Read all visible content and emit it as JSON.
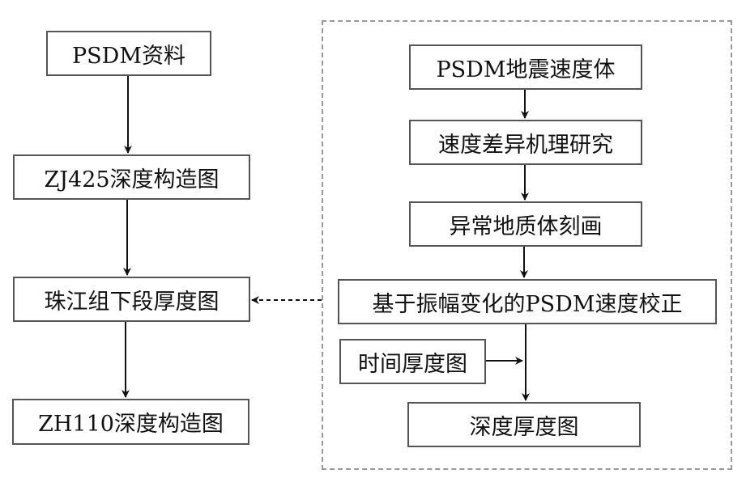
{
  "left_flow": {
    "nodes": [
      {
        "id": "psdm-data",
        "label": "PSDM资料"
      },
      {
        "id": "zj425-depth-map",
        "label": "ZJ425深度构造图"
      },
      {
        "id": "zhujiang-lower-thickness-map",
        "label": "珠江组下段厚度图"
      },
      {
        "id": "zh110-depth-map",
        "label": "ZH110深度构造图"
      }
    ]
  },
  "right_flow": {
    "nodes": [
      {
        "id": "psdm-velocity-volume",
        "label": "PSDM地震速度体"
      },
      {
        "id": "velocity-difference-study",
        "label": "速度差异机理研究"
      },
      {
        "id": "anomaly-body-delineation",
        "label": "异常地质体刻画"
      },
      {
        "id": "amplitude-velocity-correction",
        "label": "基于振幅变化的PSDM速度校正"
      },
      {
        "id": "time-thickness-map",
        "label": "时间厚度图"
      },
      {
        "id": "depth-thickness-map",
        "label": "深度厚度图"
      }
    ]
  },
  "edges": [
    {
      "from": "psdm-data",
      "to": "zj425-depth-map",
      "style": "solid"
    },
    {
      "from": "zj425-depth-map",
      "to": "zhujiang-lower-thickness-map",
      "style": "solid"
    },
    {
      "from": "zhujiang-lower-thickness-map",
      "to": "zh110-depth-map",
      "style": "solid"
    },
    {
      "from": "psdm-velocity-volume",
      "to": "velocity-difference-study",
      "style": "solid"
    },
    {
      "from": "velocity-difference-study",
      "to": "anomaly-body-delineation",
      "style": "solid"
    },
    {
      "from": "anomaly-body-delineation",
      "to": "amplitude-velocity-correction",
      "style": "solid"
    },
    {
      "from": "amplitude-velocity-correction",
      "to": "depth-thickness-map",
      "style": "solid"
    },
    {
      "from": "time-thickness-map",
      "to": "depth-thickness-map",
      "style": "solid"
    },
    {
      "from": "right-group",
      "to": "zhujiang-lower-thickness-map",
      "style": "dashed"
    }
  ],
  "colors": {
    "box_border": "#555555",
    "group_border": "#9a9a9a",
    "arrow": "#111111"
  }
}
